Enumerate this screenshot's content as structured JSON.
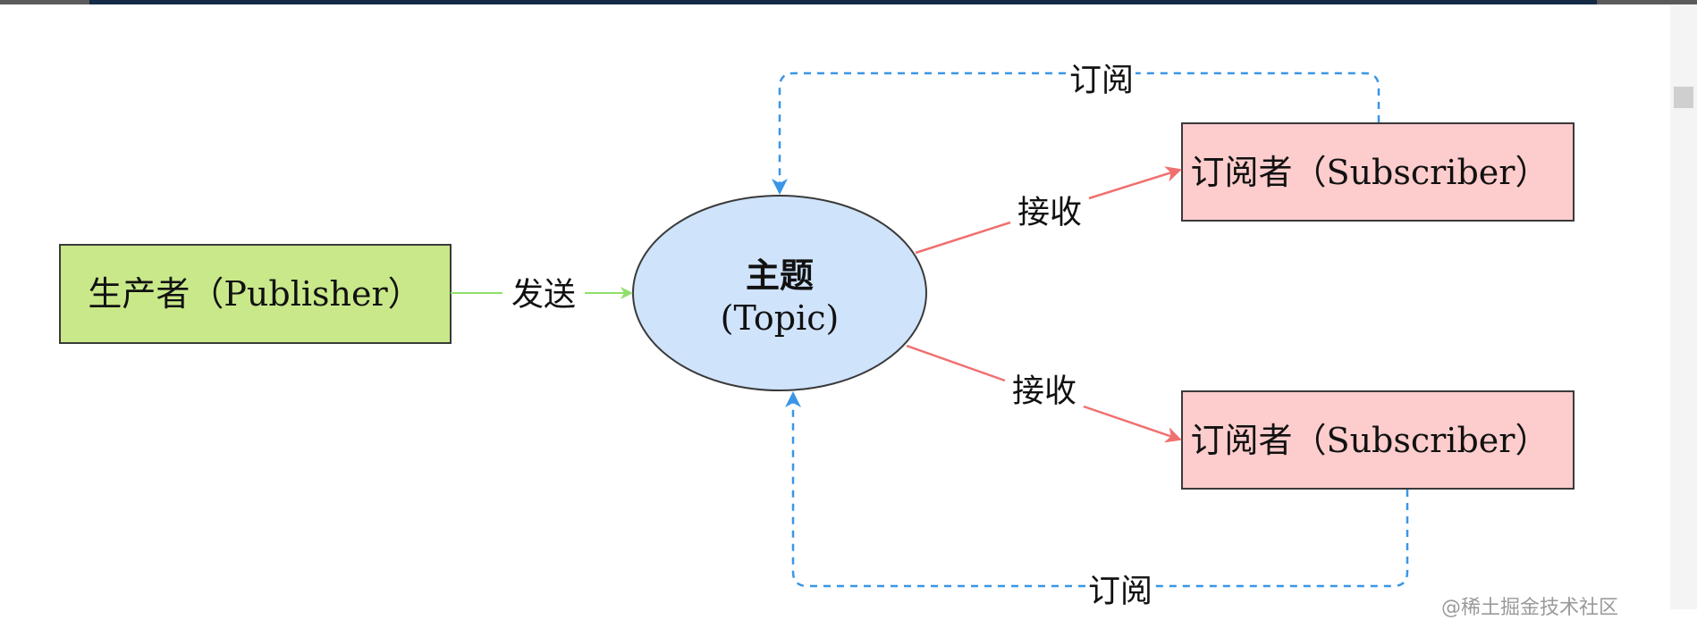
{
  "nodes": {
    "publisher": "生产者（Publisher）",
    "topic_line1": "主题",
    "topic_line2": "(Topic)",
    "subscriber_top": "订阅者（Subscriber）",
    "subscriber_bottom": "订阅者（Subscriber）"
  },
  "edges": {
    "send": "发送",
    "receive_top": "接收",
    "receive_bottom": "接收",
    "subscribe_top": "订阅",
    "subscribe_bottom": "订阅"
  },
  "watermark": "@稀土掘金技术社区",
  "colors": {
    "publisher_fill": "#c9e88a",
    "topic_fill": "#cfe3fb",
    "subscriber_fill": "#fdcccc",
    "send_arrow": "#8fe06a",
    "receive_arrow": "#f07070",
    "subscribe_arrow": "#3a96e6"
  }
}
